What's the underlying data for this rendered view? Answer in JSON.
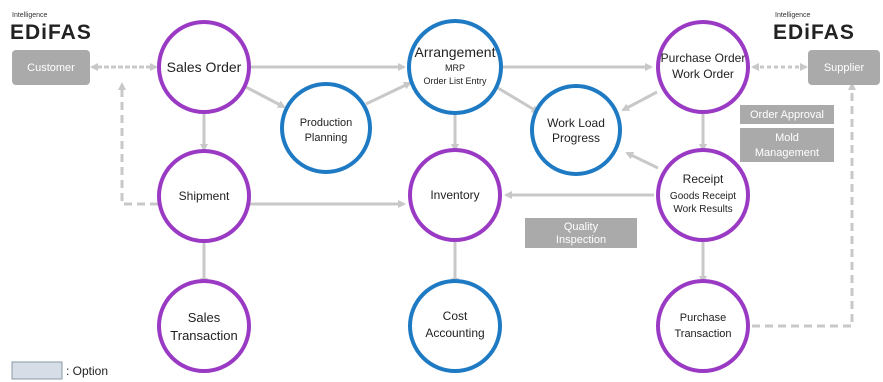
{
  "logos": {
    "left": {
      "tagline": "Intelligence",
      "brand": "EDiFAS"
    },
    "right": {
      "tagline": "Intelligence",
      "brand": "EDiFAS"
    }
  },
  "boxes": {
    "customer": "Customer",
    "supplier": "Supplier",
    "order_approval": "Order Approval",
    "mold_line1": "Mold",
    "mold_line2": "Management",
    "quality_line1": "Quality",
    "quality_line2": "Inspection"
  },
  "nodes": {
    "sales_order": "Sales Order",
    "production_planning_line1": "Production",
    "production_planning_line2": "Planning",
    "arrangement_line1": "Arrangement",
    "arrangement_line2": "MRP",
    "arrangement_line3": "Order List Entry",
    "work_load_line1": "Work Load",
    "work_load_line2": "Progress",
    "purchase_order_line1": "Purchase Order",
    "purchase_order_line2": "Work Order",
    "shipment": "Shipment",
    "inventory": "Inventory",
    "receipt_line1": "Receipt",
    "receipt_line2": "Goods Receipt",
    "receipt_line3": "Work Results",
    "sales_transaction_line1": "Sales",
    "sales_transaction_line2": "Transaction",
    "cost_accounting_line1": "Cost",
    "cost_accounting_line2": "Accounting",
    "purchase_transaction_line1": "Purchase",
    "purchase_transaction_line2": "Transaction"
  },
  "legend": {
    "label": ": Option"
  },
  "colors": {
    "purple": "#9a3ac4",
    "blue": "#1f7ac4",
    "arrow": "#c8c8c8",
    "option_box": "#aaaaaa",
    "legend_box": "#d6dde6"
  }
}
